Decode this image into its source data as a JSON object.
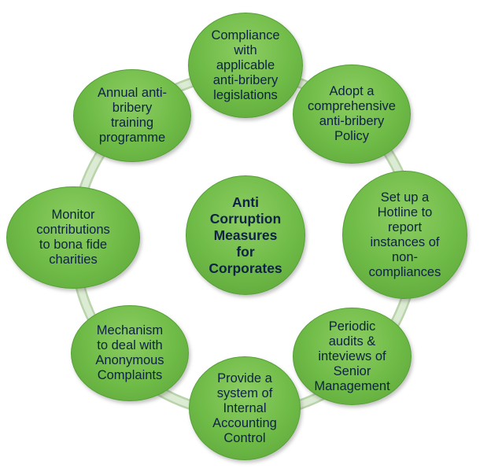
{
  "center": {
    "label": "Anti\nCorruption\nMeasures\nfor\nCorporates"
  },
  "nodes": [
    {
      "label": "Compliance\nwith\napplicable\nanti-bribery\nlegislations"
    },
    {
      "label": "Adopt a\ncomprehensive\nanti-bribery\nPolicy"
    },
    {
      "label": "Set up a\nHotline to\nreport\ninstances of\nnon-\ncompliances"
    },
    {
      "label": "Periodic\naudits &\ninteviews of\nSenior\nManagement"
    },
    {
      "label": "Provide a\nsystem of\nInternal\nAccounting\nControl"
    },
    {
      "label": "Mechanism\nto deal with\nAnonymous\nComplaints"
    },
    {
      "label": "Monitor\ncontributions\nto bona fide\ncharities"
    },
    {
      "label": "Annual anti-\nbribery\ntraining\nprogramme"
    }
  ],
  "colors": {
    "node_fill": "#6fbb47",
    "ring": "#d3e4c9",
    "text": "#0e2146"
  }
}
